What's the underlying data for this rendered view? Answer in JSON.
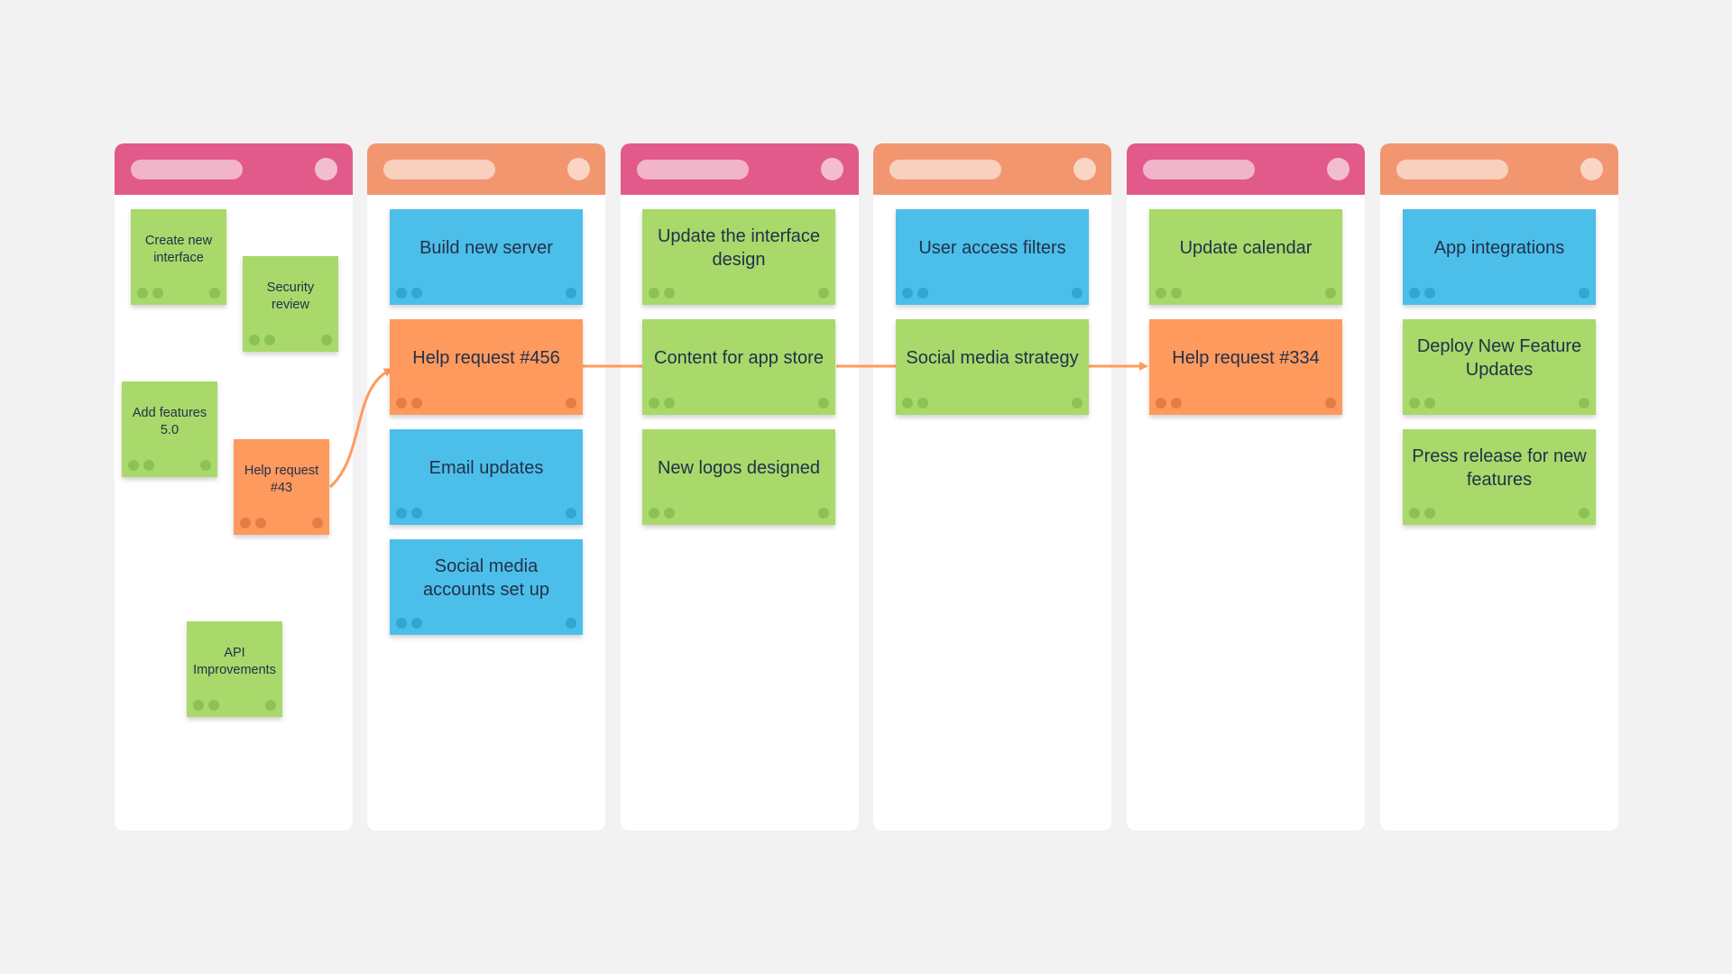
{
  "board": {
    "colors": {
      "background": "#f2f2f2",
      "column": "#ffffff",
      "header_pink": "#e25a8a",
      "header_orange": "#f29670",
      "note_green": "#a8d96a",
      "note_blue": "#4bbfea",
      "note_orange": "#ff9a5e",
      "connector": "#ff9a5e",
      "text": "#24304a"
    },
    "columns": [
      {
        "header_color": "pink",
        "notes": [
          {
            "text": "Create new interface",
            "color": "green"
          },
          {
            "text": "Security review",
            "color": "green"
          },
          {
            "text": "Add features 5.0",
            "color": "green"
          },
          {
            "text": "Help request #43",
            "color": "orange"
          },
          {
            "text": "API Improvements",
            "color": "green"
          }
        ]
      },
      {
        "header_color": "orange",
        "notes": [
          {
            "text": "Build new server",
            "color": "blue"
          },
          {
            "text": "Help request #456",
            "color": "orange"
          },
          {
            "text": "Email updates",
            "color": "blue"
          },
          {
            "text": "Social media accounts set up",
            "color": "blue"
          }
        ]
      },
      {
        "header_color": "pink",
        "notes": [
          {
            "text": "Update the interface design",
            "color": "green"
          },
          {
            "text": "Content for app store",
            "color": "green"
          },
          {
            "text": "New logos designed",
            "color": "green"
          }
        ]
      },
      {
        "header_color": "orange",
        "notes": [
          {
            "text": "User access filters",
            "color": "blue"
          },
          {
            "text": "Social media strategy",
            "color": "green"
          }
        ]
      },
      {
        "header_color": "pink",
        "notes": [
          {
            "text": "Update calendar",
            "color": "green"
          },
          {
            "text": "Help request #334",
            "color": "orange"
          }
        ]
      },
      {
        "header_color": "orange",
        "notes": [
          {
            "text": "App integrations",
            "color": "blue"
          },
          {
            "text": "Deploy New Feature Updates",
            "color": "green"
          },
          {
            "text": "Press release for new features",
            "color": "green"
          }
        ]
      }
    ],
    "connectors": [
      {
        "from": "Help request #43",
        "to": "Help request #456",
        "arrow": true
      },
      {
        "from": "Help request #456",
        "to": "Help request #334",
        "arrow": true
      }
    ]
  }
}
